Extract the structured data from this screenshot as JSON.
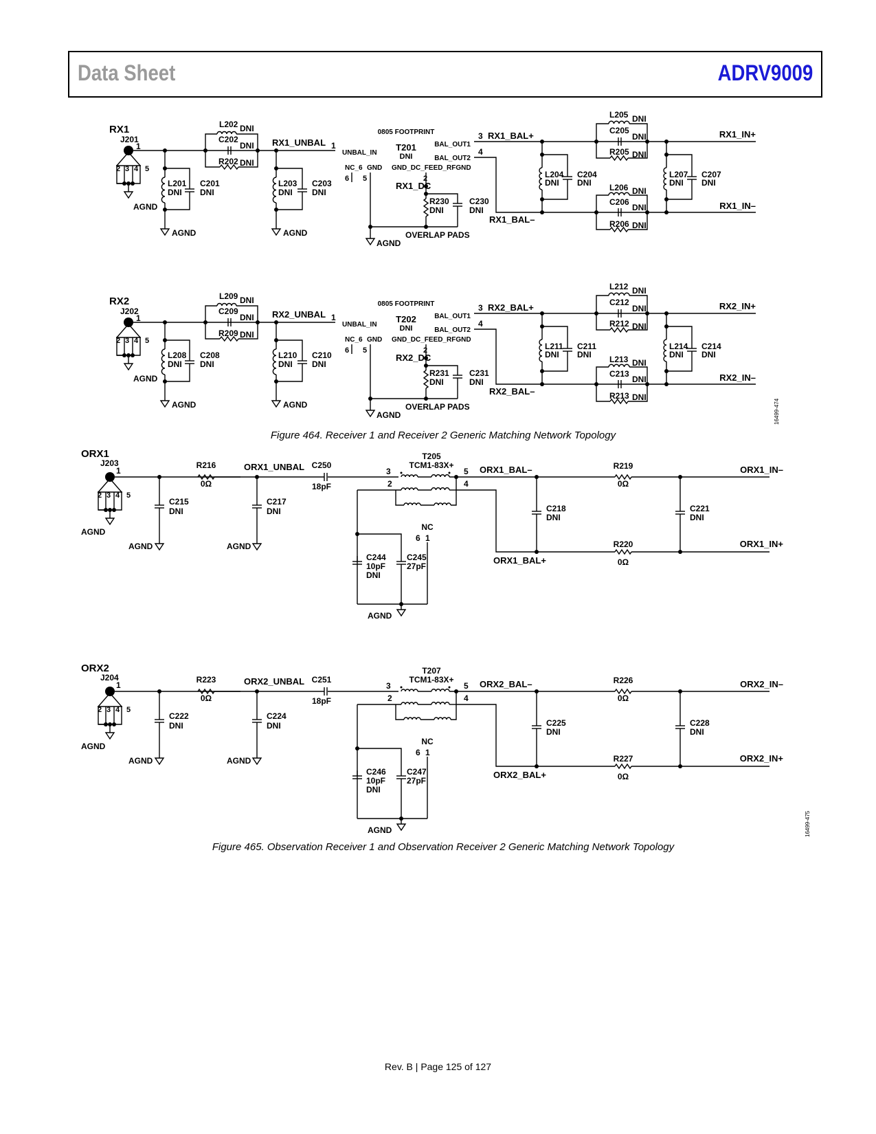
{
  "header": {
    "left_title": "Data Sheet",
    "right_title": "ADRV9009"
  },
  "fig464": {
    "caption": "Figure 464. Receiver 1 and Receiver 2 Generic Matching Network Topology",
    "side_id": "16499-474",
    "rx1": {
      "title": "RX1",
      "connector": "J201",
      "pin1": "1",
      "pins": [
        "2",
        "3",
        "4",
        "5"
      ],
      "gnd": "AGND",
      "L_series": "L202",
      "C_series": "C202",
      "R_series": "R202",
      "dni": "DNI",
      "L_shunt1": "L201",
      "C_shunt1": "C201",
      "L_shunt2": "L203",
      "C_shunt2": "C203",
      "unbal_net": "RX1_UNBAL",
      "footprint": "0805 FOOTPRINT",
      "xfmr": "T201",
      "pin_unbal_in": "UNBAL_IN",
      "pin_bal_out1": "BAL_OUT1",
      "pin_bal_out2": "BAL_OUT2",
      "pin_nc6": "NC_6",
      "pin_gnd": "GND",
      "pin_dcfeed": "GND_DC_FEED_RFGND",
      "n1": "1",
      "n2": "2",
      "n3": "3",
      "n4": "4",
      "n5": "5",
      "n6": "6",
      "dc_net": "RX1_DC",
      "R_dc": "R230",
      "C_dc": "C230",
      "overlap": "OVERLAP PADS",
      "bal_plus": "RX1_BAL+",
      "bal_minus": "RX1_BAL–",
      "L_shunt3": "L204",
      "C_shunt3": "C204",
      "L_top": "L205",
      "C_top": "C205",
      "R_top": "R205",
      "L_bot": "L206",
      "C_bot": "C206",
      "R_bot": "R206",
      "L_out": "L207",
      "C_out": "C207",
      "out_plus": "RX1_IN+",
      "out_minus": "RX1_IN–"
    },
    "rx2": {
      "title": "RX2",
      "connector": "J202",
      "pin1": "1",
      "pins": [
        "2",
        "3",
        "4",
        "5"
      ],
      "gnd": "AGND",
      "L_series": "L209",
      "C_series": "C209",
      "R_series": "R209",
      "dni": "DNI",
      "L_shunt1": "L208",
      "C_shunt1": "C208",
      "L_shunt2": "L210",
      "C_shunt2": "C210",
      "unbal_net": "RX2_UNBAL",
      "footprint": "0805 FOOTPRINT",
      "xfmr": "T202",
      "pin_unbal_in": "UNBAL_IN",
      "pin_bal_out1": "BAL_OUT1",
      "pin_bal_out2": "BAL_OUT2",
      "pin_nc6": "NC_6",
      "pin_gnd": "GND",
      "pin_dcfeed": "GND_DC_FEED_RFGND",
      "n1": "1",
      "n2": "2",
      "n3": "3",
      "n4": "4",
      "n5": "5",
      "n6": "6",
      "dc_net": "RX2_DC",
      "R_dc": "R231",
      "C_dc": "C231",
      "overlap": "OVERLAP PADS",
      "bal_plus": "RX2_BAL+",
      "bal_minus": "RX2_BAL–",
      "L_shunt3": "L211",
      "C_shunt3": "C211",
      "L_top": "L212",
      "C_top": "C212",
      "R_top": "R212",
      "L_bot": "L213",
      "C_bot": "C213",
      "R_bot": "R213",
      "L_out": "L214",
      "C_out": "C214",
      "out_plus": "RX2_IN+",
      "out_minus": "RX2_IN–"
    }
  },
  "fig465": {
    "caption": "Figure 465. Observation Receiver 1 and Observation Receiver 2 Generic Matching Network Topology",
    "side_id": "16499-475",
    "orx1": {
      "title": "ORX1",
      "connector": "J203",
      "pin1": "1",
      "pins": [
        "2",
        "3",
        "4",
        "5"
      ],
      "gnd": "AGND",
      "C_shunt1": "C215",
      "R_series": "R216",
      "R_val": "0Ω",
      "unbal_net": "ORX1_UNBAL",
      "C_shunt2": "C217",
      "C_series": "C250",
      "C_series_val": "18pF",
      "dni": "DNI",
      "xfmr": "T205",
      "xfmr_part": "TCM1-83X+",
      "n2": "2",
      "n3": "3",
      "n4": "4",
      "n5": "5",
      "n6": "6",
      "n1": "1",
      "nc": "NC",
      "C_a": "C244",
      "C_a_val": "10pF",
      "C_b": "C245",
      "C_b_val": "27pF",
      "bal_minus": "ORX1_BAL–",
      "bal_plus": "ORX1_BAL+",
      "C_mid": "C218",
      "R_top": "R219",
      "R_bot": "R220",
      "C_out": "C221",
      "out_minus": "ORX1_IN–",
      "out_plus": "ORX1_IN+"
    },
    "orx2": {
      "title": "ORX2",
      "connector": "J204",
      "pin1": "1",
      "pins": [
        "2",
        "3",
        "4",
        "5"
      ],
      "gnd": "AGND",
      "C_shunt1": "C222",
      "R_series": "R223",
      "R_val": "0Ω",
      "unbal_net": "ORX2_UNBAL",
      "C_shunt2": "C224",
      "C_series": "C251",
      "C_series_val": "18pF",
      "dni": "DNI",
      "xfmr": "T207",
      "xfmr_part": "TCM1-83X+",
      "n2": "2",
      "n3": "3",
      "n4": "4",
      "n5": "5",
      "n6": "6",
      "n1": "1",
      "nc": "NC",
      "C_a": "C246",
      "C_a_val": "10pF",
      "C_b": "C247",
      "C_b_val": "27pF",
      "bal_minus": "ORX2_BAL–",
      "bal_plus": "ORX2_BAL+",
      "C_mid": "C225",
      "R_top": "R226",
      "R_bot": "R227",
      "C_out": "C228",
      "out_minus": "ORX2_IN–",
      "out_plus": "ORX2_IN+"
    }
  },
  "footer": {
    "page": "Rev. B | Page 125 of 127"
  }
}
